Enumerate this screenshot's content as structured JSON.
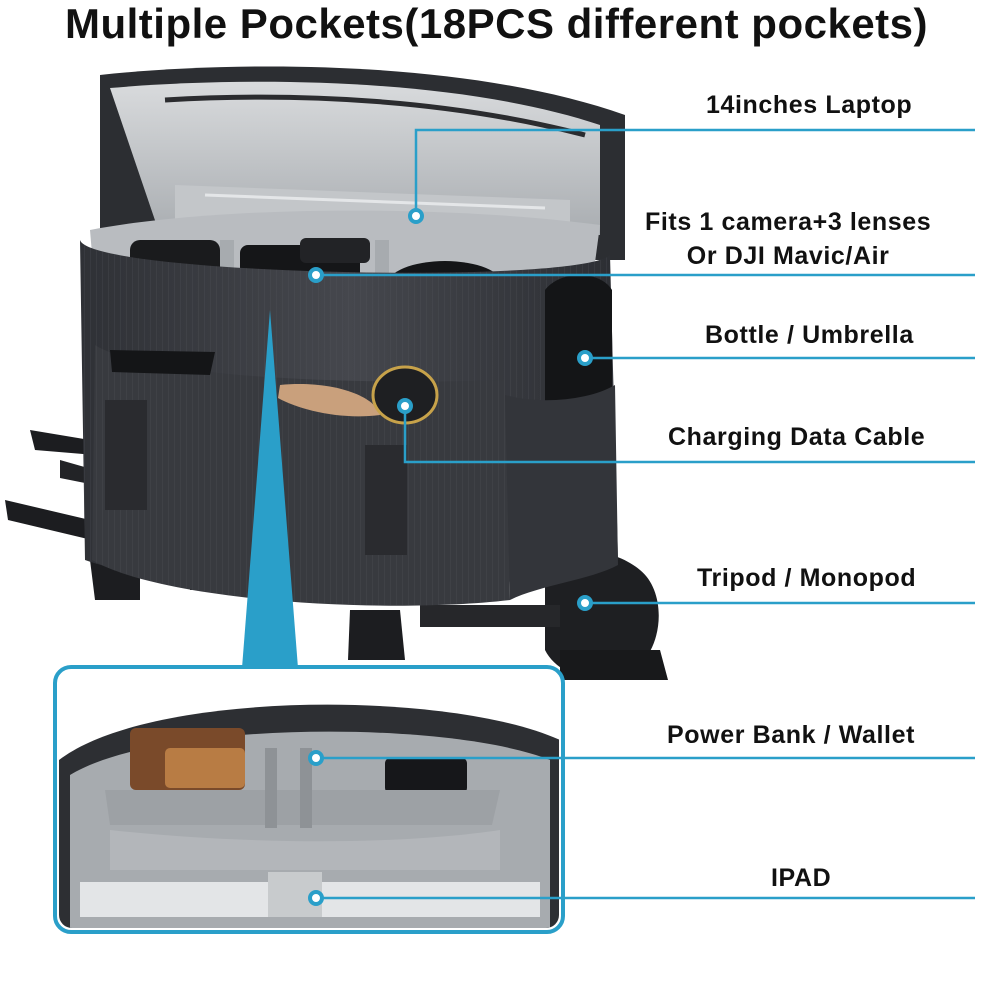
{
  "title": "Multiple Pockets(18PCS different pockets)",
  "colors": {
    "accent": "#2a9fc9",
    "bag": "#3b3d42",
    "lining": "#c9cccf",
    "text": "#111111"
  },
  "labels": {
    "laptop": "14inches Laptop",
    "camera_line1": "Fits 1 camera+3 lenses",
    "camera_line2": "Or DJI Mavic/Air",
    "bottle": "Bottle / Umbrella",
    "cable": "Charging Data Cable",
    "tripod": "Tripod / Monopod",
    "powerbank": "Power Bank / Wallet",
    "ipad": "IPAD"
  }
}
